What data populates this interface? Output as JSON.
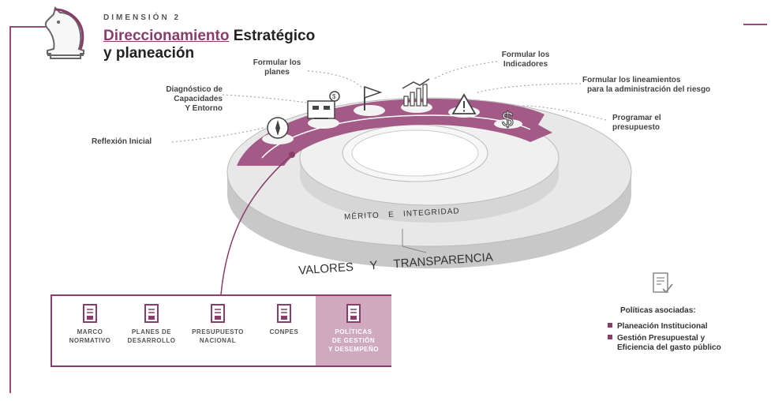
{
  "header": {
    "dimension": "DIMENSIÓN 2",
    "title_part1": "Direccionamiento",
    "title_part2": " Estratégico",
    "title_line2": "y planeación"
  },
  "steps": {
    "reflexion": "Reflexión Inicial",
    "diagnostico": [
      "Diagnóstico de",
      "Capacidades",
      "Y Entorno"
    ],
    "planes": [
      "Formular los",
      "planes"
    ],
    "indicadores": [
      "Formular los",
      "Indicadores"
    ],
    "riesgo": [
      "Formular los lineamientos",
      "para la administración del riesgo"
    ],
    "presupuesto": [
      "Programar el",
      "presupuesto"
    ]
  },
  "rings": {
    "inner": "MÉRITO   E   INTEGRIDAD",
    "outer": "VALORES     Y     TRANSPARENCIA"
  },
  "documents": [
    {
      "line1": "MARCO",
      "line2": "NORMATIVO",
      "line3": ""
    },
    {
      "line1": "PLANES DE",
      "line2": "DESARROLLO",
      "line3": ""
    },
    {
      "line1": "PRESUPUESTO",
      "line2": "NACIONAL",
      "line3": ""
    },
    {
      "line1": "CONPES",
      "line2": "",
      "line3": ""
    },
    {
      "line1": "POLÍTICAS",
      "line2": "DE GESTIÓN",
      "line3": "Y DESEMPEÑO"
    }
  ],
  "policies": {
    "title": "Políticas asociadas:",
    "items": [
      {
        "line1": "Planeación Institucional",
        "line2": ""
      },
      {
        "line1": "Gestión Presupuestal y",
        "line2": "Eficiencia del gasto público"
      }
    ]
  },
  "colors": {
    "accent": "#8a3d6a",
    "band": "#a35a86",
    "ring_light": "#e6e6e6",
    "ring_dark": "#c8c8c8",
    "highlight": "#cfaabf"
  }
}
